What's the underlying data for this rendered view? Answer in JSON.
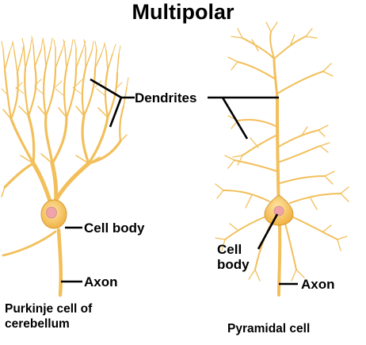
{
  "title": "Multipolar",
  "labels": {
    "dendrites": "Dendrites",
    "cell_body_left": "Cell body",
    "axon_left": "Axon",
    "cell_body_right_line1": "Cell",
    "cell_body_right_line2": "body",
    "axon_right": "Axon"
  },
  "captions": {
    "purkinje_line1": "Purkinje cell of",
    "purkinje_line2": "cerebellum",
    "pyramidal": "Pyramidal cell"
  },
  "colors": {
    "neuron": "#f2bf5a",
    "neuron_outline": "#d69a2e",
    "nucleus": "#f0a3a8",
    "leader": "#000000"
  }
}
